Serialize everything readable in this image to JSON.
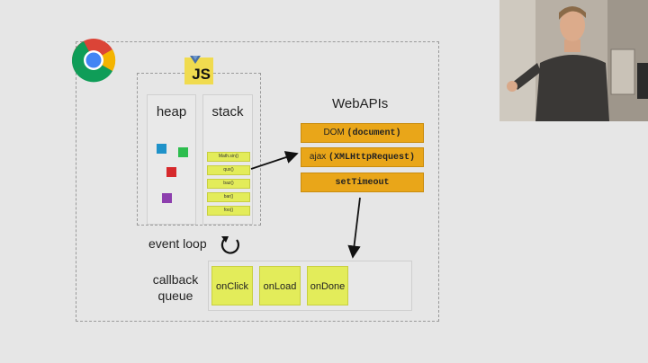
{
  "js_logo": "JS",
  "heap": {
    "label": "heap"
  },
  "stack": {
    "label": "stack",
    "frames": [
      "Math.sin()",
      "qux()",
      "baz()",
      "bar()",
      "foo()"
    ]
  },
  "webapis": {
    "title": "WebAPIs",
    "items": [
      {
        "pre": "DOM ",
        "code": "(document)"
      },
      {
        "pre": "ajax ",
        "code": "(XMLHttpRequest)"
      },
      {
        "pre": "",
        "code": "setTimeout"
      }
    ]
  },
  "event_loop": {
    "label": "event loop"
  },
  "callback_queue": {
    "label_line1": "callback",
    "label_line2": "queue",
    "items": [
      "onClick",
      "onLoad",
      "onDone"
    ]
  },
  "colors": {
    "background": "#e6e6e6",
    "frame_yellow": "#e3ec5a",
    "api_orange": "#e9a619",
    "js_yellow": "#f0db4f"
  },
  "icons": [
    "chrome-logo-icon",
    "js-logo-icon",
    "event-loop-cycle-icon"
  ]
}
